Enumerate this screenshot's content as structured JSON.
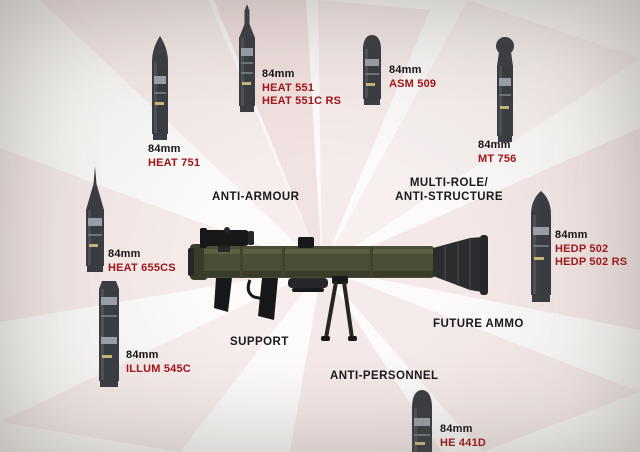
{
  "colors": {
    "accent_red": "#A1151A",
    "shell_body": "#3A3D41",
    "weapon_olive": "#4B4E36",
    "wedge_pink": "#CF8F8F"
  },
  "categories": {
    "anti_armour": {
      "label": "ANTI-ARMOUR"
    },
    "multi_role": {
      "line1": "MULTI-ROLE/",
      "line2": "ANTI-STRUCTURE"
    },
    "support": {
      "label": "SUPPORT"
    },
    "future_ammo": {
      "label": "FUTURE AMMO"
    },
    "anti_personnel": {
      "label": "ANTI-PERSONNEL"
    }
  },
  "rounds": {
    "heat551": {
      "caliber": "84mm",
      "name1": "HEAT 551",
      "name2": "HEAT 551C RS"
    },
    "heat751": {
      "caliber": "84mm",
      "name1": "HEAT 751"
    },
    "asm509": {
      "caliber": "84mm",
      "name1": "ASM 509"
    },
    "mt756": {
      "caliber": "84mm",
      "name1": "MT 756"
    },
    "heat655cs": {
      "caliber": "84mm",
      "name1": "HEAT 655CS"
    },
    "illum545c": {
      "caliber": "84mm",
      "name1": "ILLUM 545C"
    },
    "hedp502": {
      "caliber": "84mm",
      "name1": "HEDP 502",
      "name2": "HEDP 502 RS"
    },
    "he441d": {
      "caliber": "84mm",
      "name1": "HE 441D"
    }
  }
}
